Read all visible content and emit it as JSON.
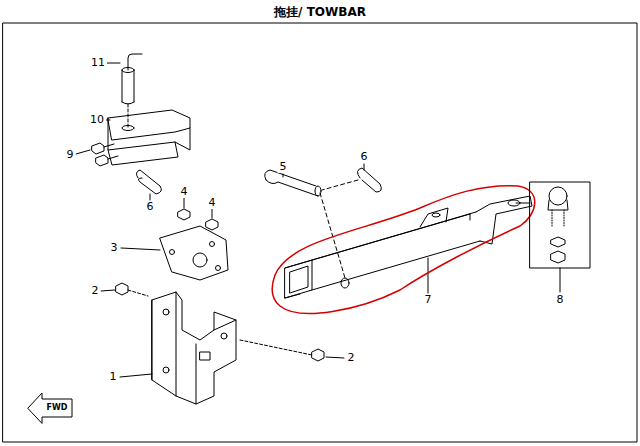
{
  "diagram": {
    "title": "拖挂/ TOWBAR",
    "labels": [
      "11",
      "10",
      "9",
      "6",
      "5",
      "6",
      "4",
      "4",
      "3",
      "2",
      "7",
      "8",
      "2",
      "1",
      "FWD"
    ]
  }
}
